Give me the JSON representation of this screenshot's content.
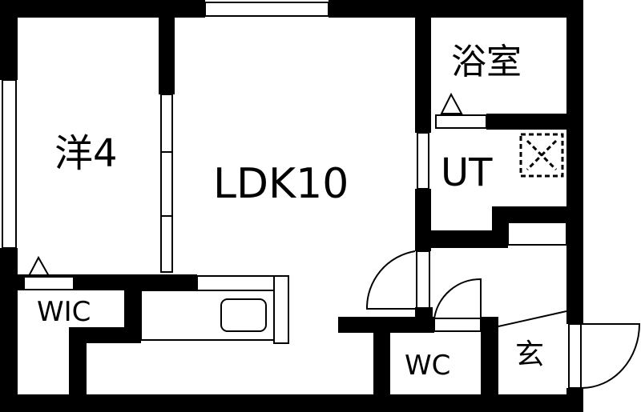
{
  "floor_plan": {
    "type": "apartment-layout",
    "layout_name": "1LDK",
    "rooms": [
      {
        "id": "western_room",
        "label": "洋4",
        "type": "Western-style room",
        "size_jo": 4
      },
      {
        "id": "ldk",
        "label": "LDK10",
        "type": "Living/Dining/Kitchen",
        "size_jo": 10
      },
      {
        "id": "bathroom",
        "label": "浴室",
        "type": "Bathroom"
      },
      {
        "id": "utility",
        "label": "UT",
        "type": "Utility / washroom"
      },
      {
        "id": "walk_in_closet",
        "label": "WIC",
        "type": "Walk-in closet"
      },
      {
        "id": "toilet",
        "label": "WC",
        "type": "Toilet"
      },
      {
        "id": "entrance",
        "label": "玄",
        "type": "Entrance (genkan)"
      }
    ],
    "fixtures": [
      {
        "id": "kitchen_sink",
        "location": "LDK lower-left counter"
      },
      {
        "id": "washing_machine_space",
        "symbol": "dashed box with X",
        "location": "UT"
      },
      {
        "id": "storage_marker_wic",
        "symbol": "triangle",
        "location": "Western room / WIC"
      },
      {
        "id": "storage_marker_bath",
        "symbol": "triangle",
        "location": "Bathroom / UT"
      }
    ],
    "colors": {
      "wall": "#000000",
      "background": "#ffffff"
    }
  }
}
